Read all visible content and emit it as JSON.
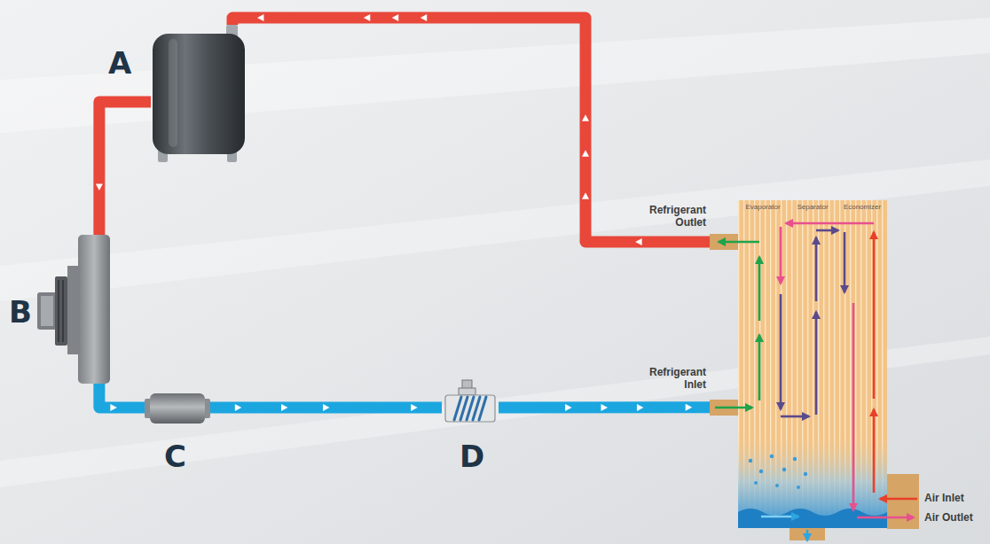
{
  "diagram": {
    "nodes": [
      {
        "text": [
          "A"
        ]
      },
      {
        "text": [
          "B"
        ]
      },
      {
        "text": [
          "C"
        ]
      },
      {
        "text": [
          "D"
        ]
      },
      {
        "text": [
          "Evaporator",
          "Separator",
          "Economizer"
        ]
      }
    ],
    "edges": [
      {
        "from": 4,
        "to": 0,
        "arrow": "to"
      },
      {
        "from": 0,
        "to": 1,
        "arrow": "to"
      },
      {
        "from": 1,
        "to": 2,
        "arrow": "to"
      },
      {
        "from": 2,
        "to": 3,
        "arrow": "to"
      },
      {
        "from": 3,
        "to": 4,
        "arrow": "to"
      }
    ],
    "labels": [
      "Refrigerant Outlet",
      "Refrigerant Inlet",
      "Air Inlet",
      "Air Outlet"
    ]
  }
}
